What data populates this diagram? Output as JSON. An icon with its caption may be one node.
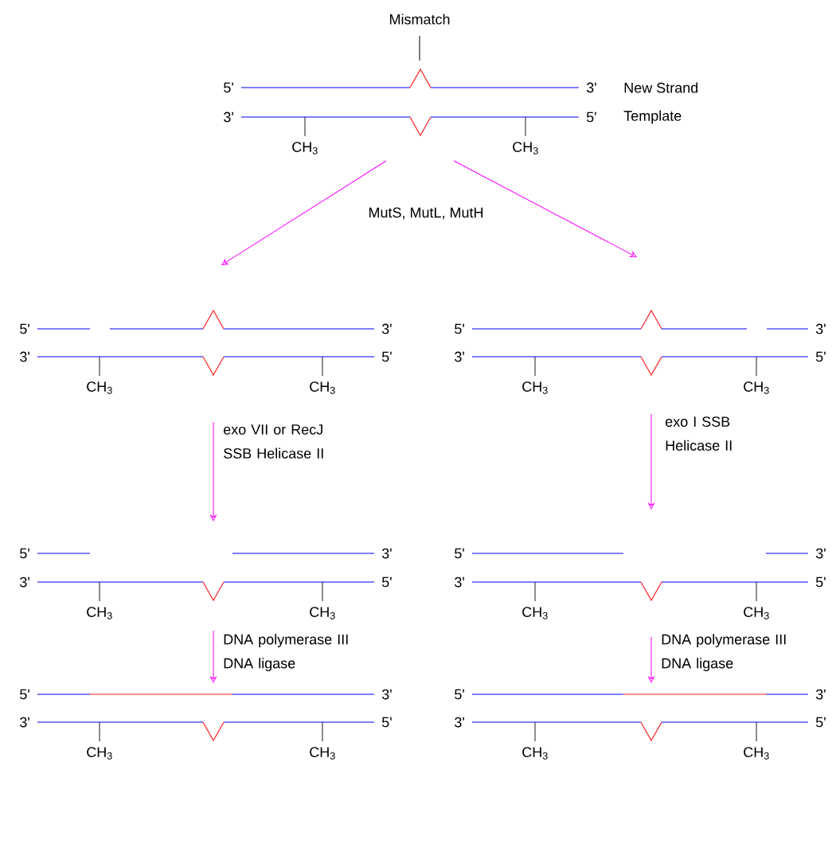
{
  "diagram": {
    "nodes": [
      {
        "text": [
          "Mismatch"
        ]
      },
      {
        "text": [
          "5'",
          "3'",
          "3'",
          "5'",
          "CH$_{3}$",
          "CH$_{3}$",
          "New Strand",
          "Template"
        ]
      },
      {
        "text": [
          "5'",
          "3'",
          "3'",
          "5'",
          "CH$_{3}$",
          "CH$_{3}$"
        ]
      },
      {
        "text": [
          "5'",
          "3'",
          "3'",
          "5'",
          "CH$_{3}$",
          "CH$_{3}$"
        ]
      },
      {
        "text": [
          "5'",
          "3'",
          "3'",
          "5'",
          "CH$_{3}$",
          "CH$_{3}$"
        ]
      },
      {
        "text": [
          "5'",
          "3'",
          "3'",
          "5'",
          "CH$_{3}$",
          "CH$_{3}$"
        ]
      },
      {
        "text": [
          "5'",
          "3'",
          "3'",
          "5'",
          "CH$_{3}$",
          "CH$_{3}$"
        ]
      },
      {
        "text": [
          "5'",
          "3'",
          "3'",
          "5'",
          "CH$_{3}$",
          "CH$_{3}$"
        ]
      }
    ],
    "edges": [
      {
        "from": 0,
        "to": 1,
        "arrow": "none",
        "color": "#000000"
      },
      {
        "from": 1,
        "to": 2,
        "arrow": "to"
      },
      {
        "from": 1,
        "to": 3,
        "arrow": "to"
      },
      {
        "from": 2,
        "to": 4,
        "arrow": "to",
        "label": "exo VII or RecJ SSB Helicase II"
      },
      {
        "from": 3,
        "to": 5,
        "arrow": "to",
        "label": "exo I SSB Helicase II"
      },
      {
        "from": 4,
        "to": 6,
        "arrow": "to",
        "label": "DNA polymerase III DNA ligase"
      },
      {
        "from": 5,
        "to": 7,
        "arrow": "to",
        "label": "DNA polymerase III DNA ligase"
      }
    ],
    "labels": [
      "MutS, MutL, MutH"
    ]
  }
}
